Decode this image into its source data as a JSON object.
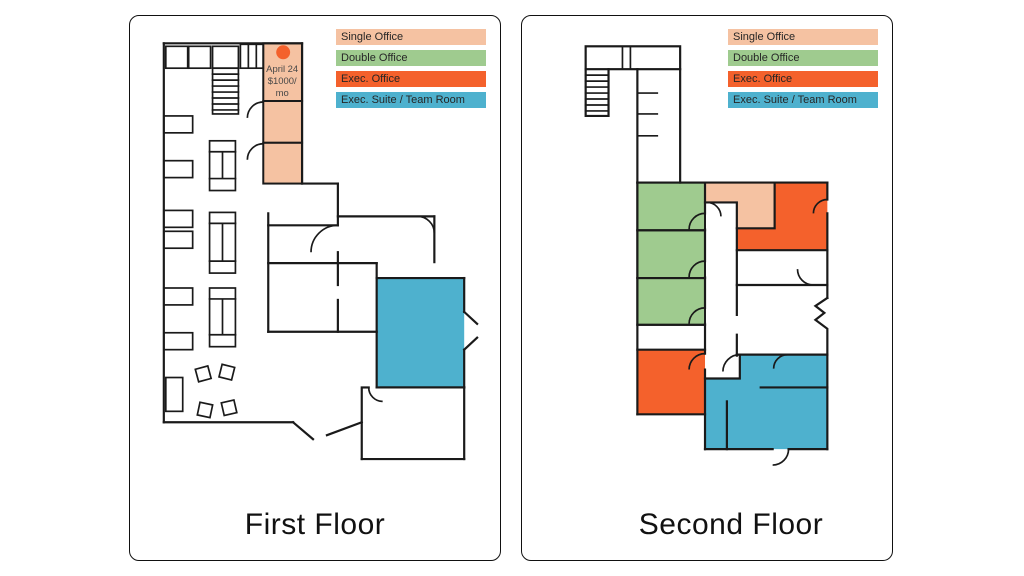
{
  "panels": [
    {
      "title": "First Floor"
    },
    {
      "title": "Second Floor"
    }
  ],
  "legend": {
    "items": [
      {
        "label": "Single Office",
        "color": "#F5C2A2"
      },
      {
        "label": "Double Office",
        "color": "#9FCB8F"
      },
      {
        "label": "Exec. Office",
        "color": "#F4612C"
      },
      {
        "label": "Exec. Suite / Team Room",
        "color": "#4EB1CE"
      }
    ]
  },
  "annotation": {
    "line1": "April 24",
    "line2": "$1000/",
    "line3": "mo",
    "dot_color": "#F4612C"
  },
  "colors": {
    "wall": "#1a1a1a",
    "background": "#ffffff"
  }
}
